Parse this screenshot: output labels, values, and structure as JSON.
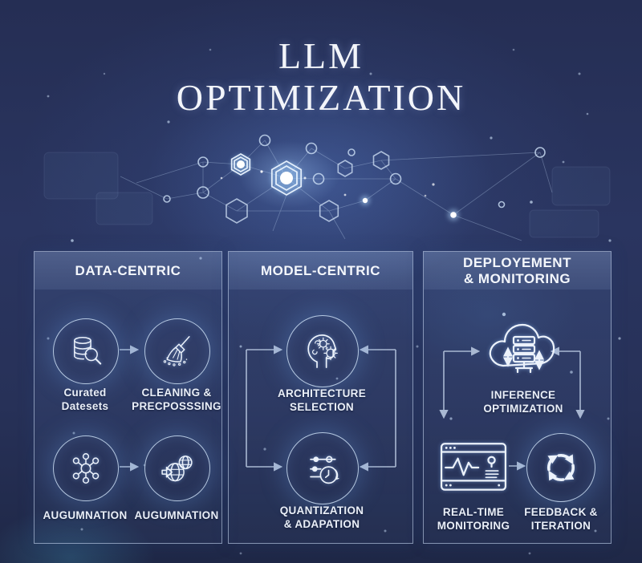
{
  "title": {
    "line1": "LLM",
    "line2": "OPTIMIZATION"
  },
  "colors": {
    "background_navy": "#273158",
    "panel_border": "#c4d4ec",
    "icon_stroke": "#ecf2fb",
    "text": "#edf1f8",
    "arrow": "#b8c5da"
  },
  "panels": [
    {
      "id": "data-centric",
      "title": "DATA-CENTRIC",
      "items": [
        {
          "icon": "database-search-icon",
          "label": "Curated\nDatesets"
        },
        {
          "icon": "broom-cleaning-icon",
          "label": "CLEANING &\nPRECPOSSSING"
        },
        {
          "icon": "hub-network-icon",
          "label": "AUGUMNATION"
        },
        {
          "icon": "globe-transfer-icon",
          "label": "AUGUMNATION"
        }
      ]
    },
    {
      "id": "model-centric",
      "title": "MODEL-CENTRIC",
      "items": [
        {
          "icon": "brain-gears-icon",
          "label": "ARCHITECTURE\nSELECTION"
        },
        {
          "icon": "sliders-clock-icon",
          "label": "QUANTIZATION\n& ADAPATION"
        }
      ]
    },
    {
      "id": "deployment-monitoring",
      "title": "DEPLOYEMENT\n& MONITORING",
      "items": [
        {
          "icon": "cloud-server-icon",
          "label": "INFERENCE\nOPTIMIZATION"
        },
        {
          "icon": "monitoring-window-icon",
          "label": "REAL-TIME\nMONITORING"
        },
        {
          "icon": "feedback-cycle-icon",
          "label": "FEEDBACK &\nITERATION"
        }
      ]
    }
  ]
}
